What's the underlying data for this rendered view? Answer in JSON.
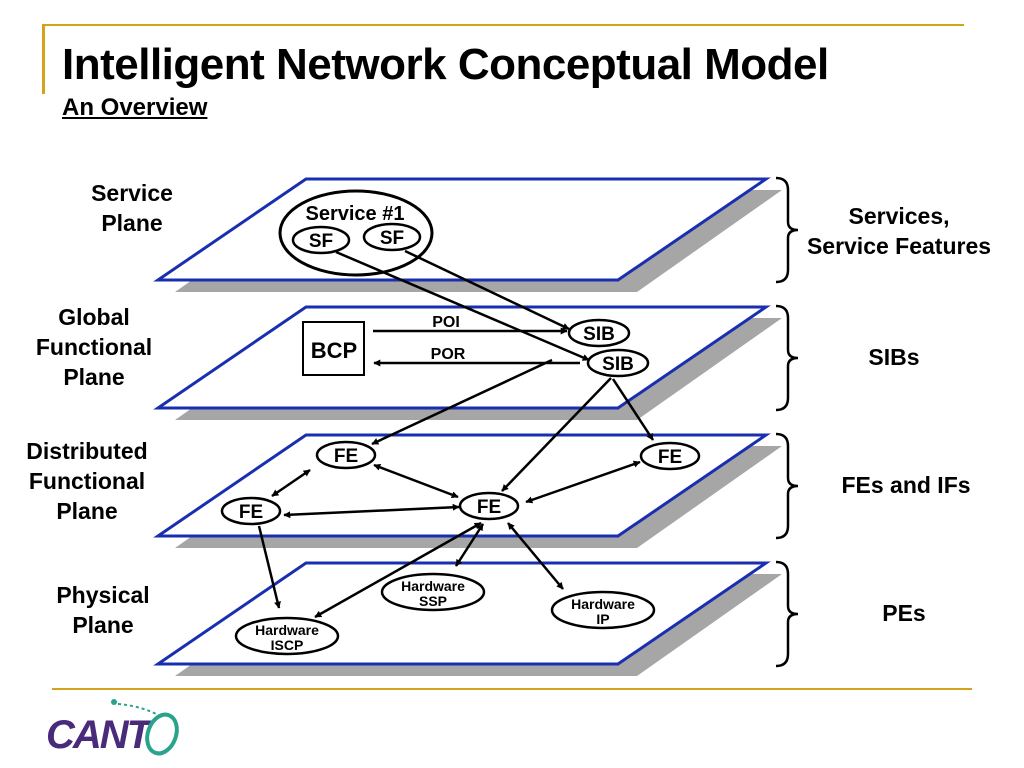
{
  "slide": {
    "title": "Intelligent Network Conceptual Model",
    "subtitle": "An Overview"
  },
  "planes": [
    {
      "label_lines": [
        "Service",
        "Plane"
      ],
      "right_lines": [
        "Services,",
        "Service Features"
      ]
    },
    {
      "label_lines": [
        "Global",
        "Functional",
        "Plane"
      ],
      "right_lines": [
        "SIBs"
      ]
    },
    {
      "label_lines": [
        "Distributed",
        "Functional",
        "Plane"
      ],
      "right_lines": [
        "FEs and IFs"
      ]
    },
    {
      "label_lines": [
        "Physical",
        "Plane"
      ],
      "right_lines": [
        "PEs"
      ]
    }
  ],
  "nodes": {
    "service": "Service #1",
    "sf_left": "SF",
    "sf_right": "SF",
    "bcp": "BCP",
    "poi": "POI",
    "por": "POR",
    "sib_top": "SIB",
    "sib_bottom": "SIB",
    "fe_top_left": "FE",
    "fe_top_right": "FE",
    "fe_left": "FE",
    "fe_center": "FE",
    "hw_ssp": [
      "Hardware",
      "SSP"
    ],
    "hw_ip": [
      "Hardware",
      "IP"
    ],
    "hw_iscp": [
      "Hardware",
      "ISCP"
    ]
  },
  "logo_text": "CANT",
  "colors": {
    "plane_border": "#1a2fb0",
    "plane_shadow": "#a6a6a6",
    "accent_rule": "#d4a21e",
    "logo": "#4a2a7a",
    "logo_accent": "#2aa38c"
  }
}
